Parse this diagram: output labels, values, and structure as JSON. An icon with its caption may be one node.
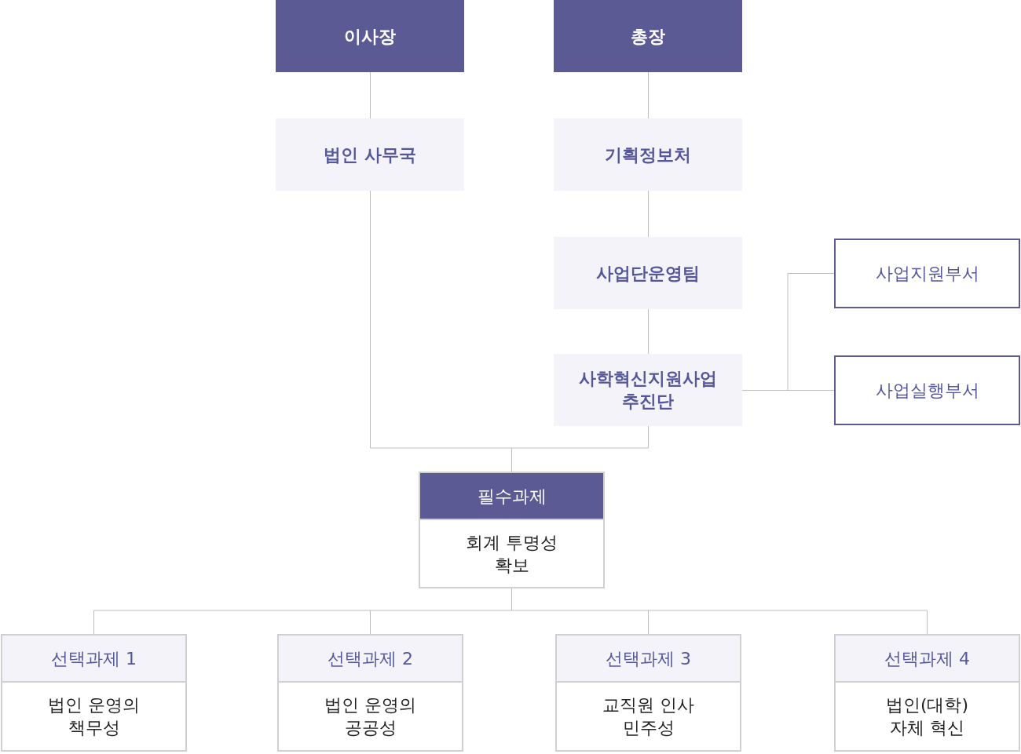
{
  "diagram": {
    "nodes": [
      {
        "text": [
          "이사장"
        ]
      },
      {
        "text": [
          "총장"
        ]
      },
      {
        "text": [
          "법인 사무국"
        ]
      },
      {
        "text": [
          "기획정보처"
        ]
      },
      {
        "text": [
          "사업단운영팀"
        ]
      },
      {
        "text": [
          "사학혁신지원사업 추진단"
        ]
      },
      {
        "text": [
          "사업지원부서"
        ]
      },
      {
        "text": [
          "사업실행부서"
        ]
      },
      {
        "text": [
          "필수과제",
          "회계 투명성 확보"
        ]
      },
      {
        "text": [
          "선택과제 1",
          "법인 운영의 책무성"
        ]
      },
      {
        "text": [
          "선택과제 2",
          "법인 운영의 공공성"
        ]
      },
      {
        "text": [
          "선택과제 3",
          "교직원 인사 민주성"
        ]
      },
      {
        "text": [
          "선택과제 4",
          "법인(대학) 자체 혁신"
        ]
      }
    ],
    "edges": [
      {
        "from": 0,
        "to": 2,
        "arrow": "none"
      },
      {
        "from": 1,
        "to": 3,
        "arrow": "none"
      },
      {
        "from": 3,
        "to": 4,
        "arrow": "none"
      },
      {
        "from": 4,
        "to": 5,
        "arrow": "none"
      },
      {
        "from": 5,
        "to": 6,
        "arrow": "none"
      },
      {
        "from": 5,
        "to": 7,
        "arrow": "none"
      },
      {
        "from": 2,
        "to": 8,
        "arrow": "none"
      },
      {
        "from": 5,
        "to": 8,
        "arrow": "none"
      },
      {
        "from": 8,
        "to": 9,
        "arrow": "none"
      },
      {
        "from": 8,
        "to": 10,
        "arrow": "none"
      },
      {
        "from": 8,
        "to": 11,
        "arrow": "none"
      },
      {
        "from": 8,
        "to": 12,
        "arrow": "none"
      }
    ]
  }
}
